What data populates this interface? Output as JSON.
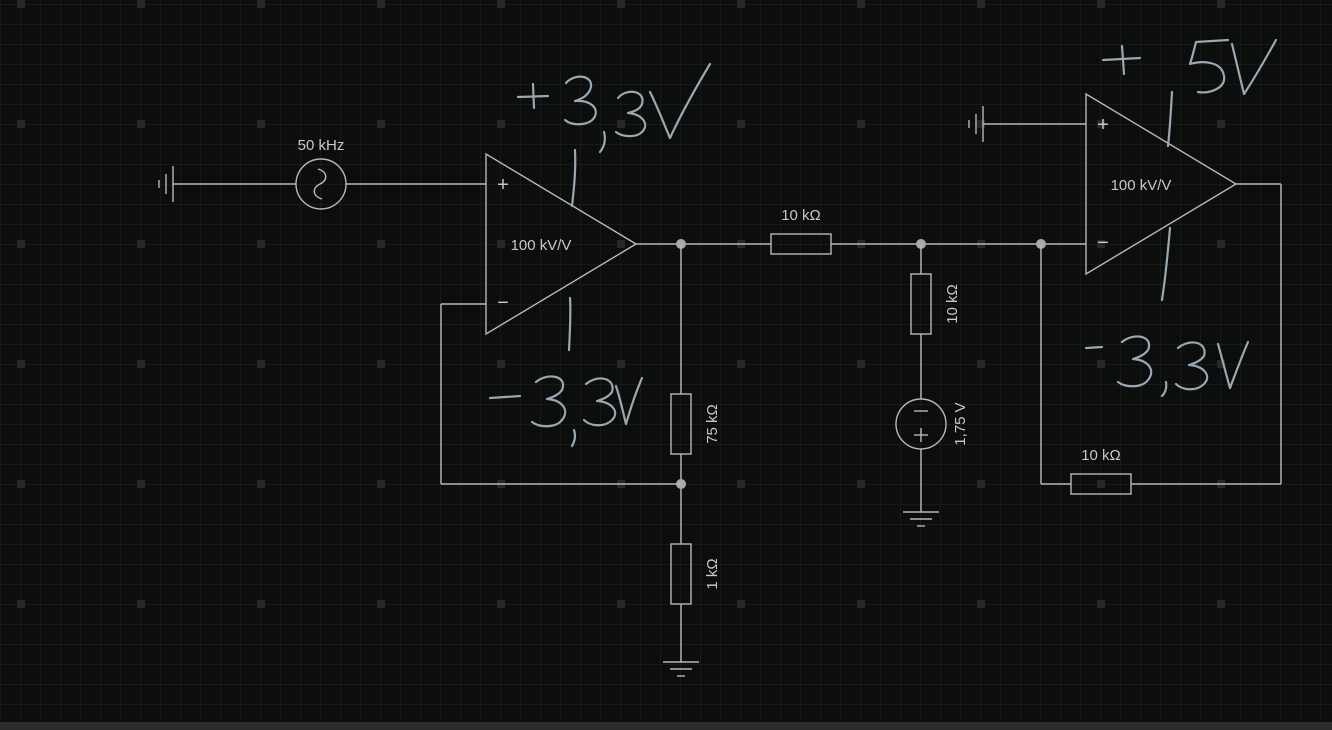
{
  "canvas": {
    "background": "#0c0d0d",
    "grid_color": "#2a2d2c",
    "wire_color": "#b8b8b8",
    "annotation_color": "#9aa8b2"
  },
  "components": {
    "source": {
      "label": "50 kHz"
    },
    "opamp1": {
      "gain": "100 kV/V"
    },
    "opamp2": {
      "gain": "100 kV/V"
    },
    "r_series": {
      "label": "10 kΩ"
    },
    "r_bias": {
      "label": "10 kΩ"
    },
    "r_feedback2": {
      "label": "10 kΩ"
    },
    "r_75k": {
      "label": "75 kΩ"
    },
    "r_1k": {
      "label": "1 kΩ"
    },
    "vsource": {
      "label": "1,75 V"
    }
  },
  "annotations": {
    "opamp1_supply_pos": "+3,3V",
    "opamp1_supply_neg": "-3,3V",
    "opamp2_supply_pos": "+5V",
    "opamp2_supply_neg": "-3,3V"
  }
}
